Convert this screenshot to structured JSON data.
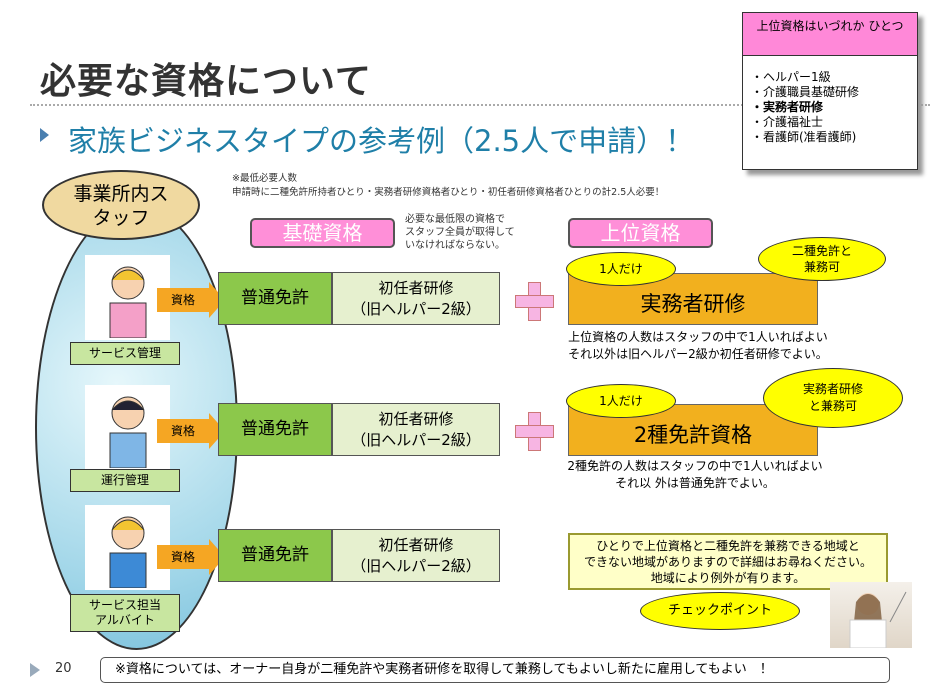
{
  "title": "必要な資格について",
  "subtitle": "家族ビジネスタイプの参考例（2.5人で申請）！",
  "upper_box": {
    "header": "上位資格はいづれか ひとつ",
    "items": [
      "・ヘルパー1級",
      "・介護職員基礎研修",
      "・実務者研修",
      "・介護福祉士",
      "・看護師(准看護師)"
    ]
  },
  "note": {
    "line1": "※最低必要人数",
    "line2": "申請時に二種免許所持者ひとり・実務者研修資格者ひとり・初任者研修資格者ひとりの計2.5人必要！"
  },
  "staff_label": "事業所内スタッフ",
  "basic_label": "基礎資格",
  "upper_label": "上位資格",
  "basic_note": [
    "必要な最低限の資格で",
    "スタッフ全員が取得して",
    "いなければならない。"
  ],
  "rows": [
    {
      "role": "サービス管理",
      "arrow": "資格",
      "license": "普通免許",
      "training": [
        "初任者研修",
        "（旧ヘルパー2級）"
      ]
    },
    {
      "role": "運行管理",
      "arrow": "資格",
      "license": "普通免許",
      "training": [
        "初任者研修",
        "（旧ヘルパー2級）"
      ]
    },
    {
      "role": "サービス担当",
      "role2": "アルバイト",
      "arrow": "資格",
      "license": "普通免許",
      "training": [
        "初任者研修",
        "（旧ヘルパー2級）"
      ]
    }
  ],
  "upper1": {
    "name": "実務者研修",
    "tag": "1人だけ",
    "bubble": [
      "二種免許と",
      "兼務可"
    ],
    "desc": [
      "上位資格の人数はスタッフの中で1人いればよい",
      "それ以外は旧ヘルパー2級か初任者研修でよい。"
    ]
  },
  "upper2": {
    "name": "2種免許資格",
    "tag": "1人だけ",
    "bubble": [
      "実務者研修",
      "と兼務可"
    ],
    "desc": [
      "2種免許の人数はスタッフの中で1人いればよい",
      "それ以 外は普通免許でよい。"
    ]
  },
  "checkpoint": {
    "text": [
      "ひとりで上位資格と二種免許を兼務できる地域と",
      "できない地域がありますので詳細はお尋ねください。",
      "地域により例外が有ります。"
    ],
    "label": "チェックポイント"
  },
  "page_number": "20",
  "footer": "※資格については、オーナー自身が二種免許や実務者研修を取得して兼務してもよいし新たに雇用してもよい　！"
}
